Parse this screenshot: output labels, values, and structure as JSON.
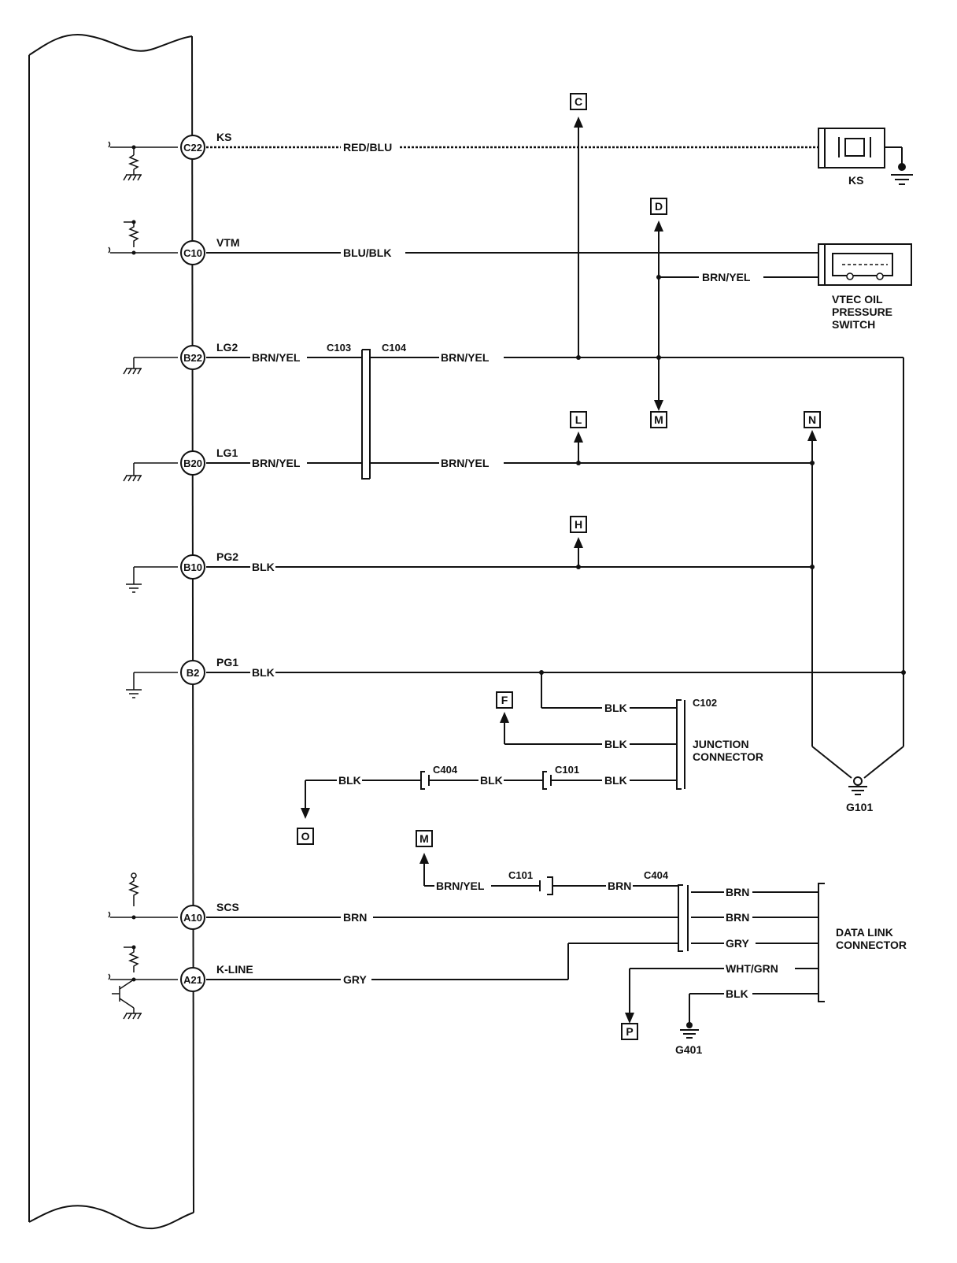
{
  "pins": [
    {
      "id": "C22",
      "signal": "KS"
    },
    {
      "id": "C10",
      "signal": "VTM"
    },
    {
      "id": "B22",
      "signal": "LG2"
    },
    {
      "id": "B20",
      "signal": "LG1"
    },
    {
      "id": "B10",
      "signal": "PG2"
    },
    {
      "id": "B2",
      "signal": "PG1"
    },
    {
      "id": "A10",
      "signal": "SCS"
    },
    {
      "id": "A21",
      "signal": "K-LINE"
    }
  ],
  "wires": {
    "ks": "RED/BLU",
    "vtm": "BLU/BLK",
    "vtec_branch": "BRN/YEL",
    "lg2_left": "BRN/YEL",
    "lg2_right": "BRN/YEL",
    "lg1_left": "BRN/YEL",
    "lg1_right": "BRN/YEL",
    "pg2": "BLK",
    "pg1": "BLK",
    "jc_top": "BLK",
    "jc_mid": "BLK",
    "jc_bot": "BLK",
    "c404_mid": "BLK",
    "o_branch": "BLK",
    "m_branch": "BRN/YEL",
    "c101_brn": "BRN",
    "scs": "BRN",
    "kline": "GRY",
    "dlc_1": "BRN",
    "dlc_2": "BRN",
    "dlc_3": "GRY",
    "dlc_4": "WHT/GRN",
    "dlc_5": "BLK"
  },
  "connectors": {
    "c103": "C103",
    "c104": "C104",
    "c102": "C102",
    "c404_a": "C404",
    "c101_a": "C101",
    "c101_b": "C101",
    "c404_b": "C404"
  },
  "components": {
    "ks_sensor": "KS",
    "vtec_line1": "VTEC OIL",
    "vtec_line2": "PRESSURE",
    "vtec_line3": "SWITCH",
    "jc_line1": "JUNCTION",
    "jc_line2": "CONNECTOR",
    "dlc_line1": "DATA LINK",
    "dlc_line2": "CONNECTOR",
    "g101": "G101",
    "g401": "G401"
  },
  "refs": {
    "c": "C",
    "d": "D",
    "m_top": "M",
    "l": "L",
    "n": "N",
    "h": "H",
    "f": "F",
    "o": "O",
    "m_bot": "M",
    "p": "P"
  }
}
